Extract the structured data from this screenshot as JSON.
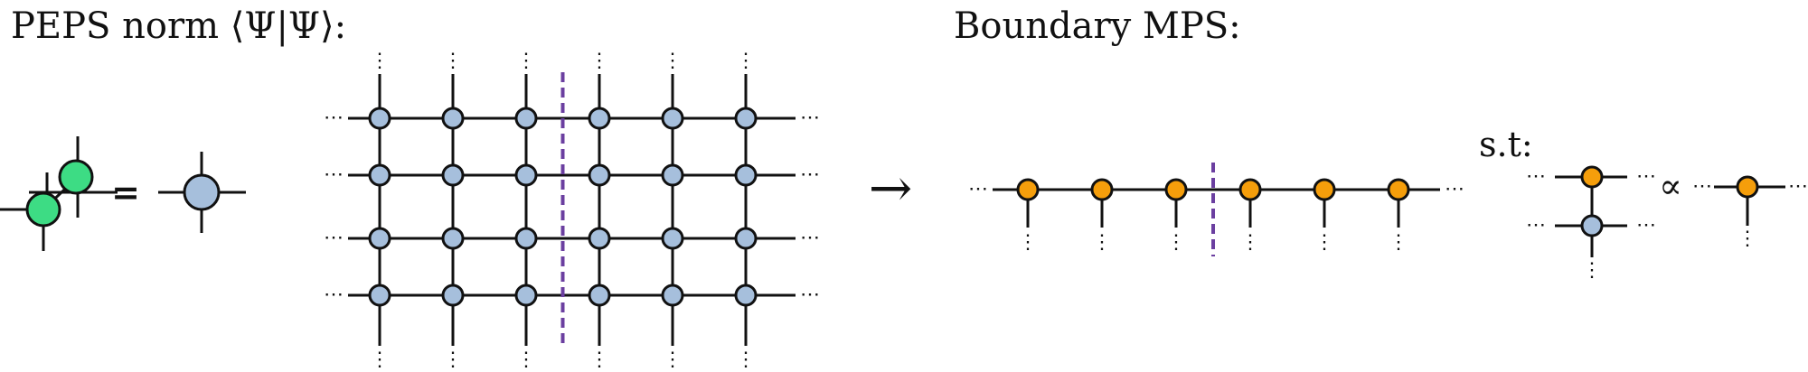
{
  "titles": {
    "peps_norm": "PEPS norm ⟨Ψ|Ψ⟩:",
    "boundary_mps": "Boundary MPS:",
    "such_that": "s.t:"
  },
  "symbols": {
    "equals": "=",
    "arrow": "→",
    "proportional": "∝",
    "ellipsis_h": "⋯",
    "ellipsis_v": "⋮"
  },
  "grid": {
    "rows": 4,
    "cols": 6,
    "cut_after_col": 3
  },
  "mps": {
    "sites": 6,
    "cut_after_site": 3
  },
  "colors": {
    "ket_tensor": "#3ddc84",
    "double_layer_tensor": "#a6bfdc",
    "boundary_tensor": "#f59e0b",
    "cut_line": "#6b3fa0",
    "bond": "#111111"
  }
}
